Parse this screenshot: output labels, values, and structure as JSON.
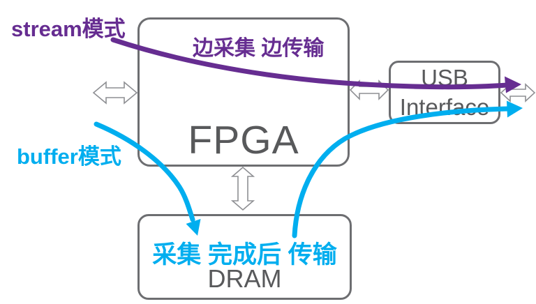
{
  "diagram": {
    "title_hint": "FPGA data acquisition transfer modes",
    "stream_mode": {
      "label": "stream模式",
      "annotation": "边采集 边传输"
    },
    "buffer_mode": {
      "label": "buffer模式",
      "annotation": "采集 完成后 传输"
    },
    "boxes": {
      "fpga": {
        "label": "FPGA"
      },
      "usb": {
        "label_line1": "USB",
        "label_line2": "Interface"
      },
      "dram": {
        "label": "DRAM"
      }
    },
    "connectors": {
      "fpga_left_io": "bidirectional-arrow",
      "fpga_usb_bus": "bidirectional-arrow",
      "usb_output": "bidirectional-arrow",
      "fpga_dram_bus": "bidirectional-arrow"
    },
    "colors": {
      "stream": "#662D91",
      "buffer": "#00AEEF",
      "box_border": "#6D6E71",
      "box_text": "#58595B",
      "connector_outline": "#8E8F93"
    }
  }
}
